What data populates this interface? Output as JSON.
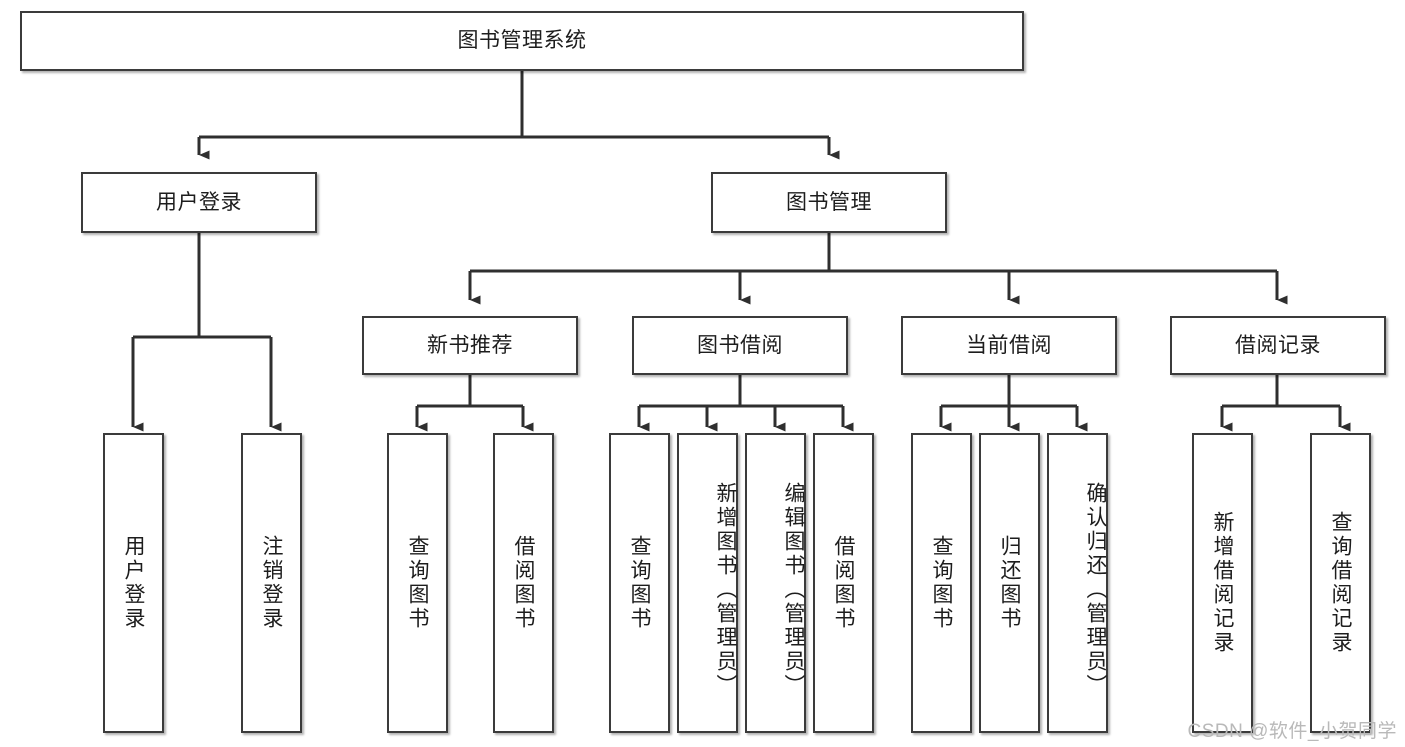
{
  "diagram": {
    "title_box": {
      "label": "图书管理系统"
    },
    "level2": [
      {
        "id": "user-login",
        "label": "用户登录"
      },
      {
        "id": "book-management",
        "label": "图书管理"
      }
    ],
    "level3": [
      {
        "id": "new-book-recommend",
        "label": "新书推荐"
      },
      {
        "id": "book-borrow",
        "label": "图书借阅"
      },
      {
        "id": "current-borrow",
        "label": "当前借阅"
      },
      {
        "id": "borrow-record",
        "label": "借阅记录"
      }
    ],
    "leaves": [
      {
        "id": "leaf-user-login",
        "label": "用户登录"
      },
      {
        "id": "leaf-logout-login",
        "label": "注销登录"
      },
      {
        "id": "leaf-query-book-1",
        "label": "查询图书"
      },
      {
        "id": "leaf-borrow-book-1",
        "label": "借阅图书"
      },
      {
        "id": "leaf-query-book-2",
        "label": "查询图书"
      },
      {
        "id": "leaf-add-book-admin",
        "label": "新增图书（管理员）"
      },
      {
        "id": "leaf-edit-book-admin",
        "label": "编辑图书（管理员）"
      },
      {
        "id": "leaf-borrow-book-2",
        "label": "借阅图书"
      },
      {
        "id": "leaf-query-book-3",
        "label": "查询图书"
      },
      {
        "id": "leaf-return-book",
        "label": "归还图书"
      },
      {
        "id": "leaf-confirm-return-admin",
        "label": "确认归还（管理员）"
      },
      {
        "id": "leaf-add-borrow-record",
        "label": "新增借阅记录"
      },
      {
        "id": "leaf-query-borrow-record",
        "label": "查询借阅记录"
      }
    ],
    "watermark": "CSDN @软件_小贺同学",
    "colors": {
      "stroke": "#3b3b3b",
      "box_fill": "#ffffff",
      "text": "#1d1d1d",
      "watermark": "#b9b9b9",
      "background": "#ffffff"
    }
  }
}
